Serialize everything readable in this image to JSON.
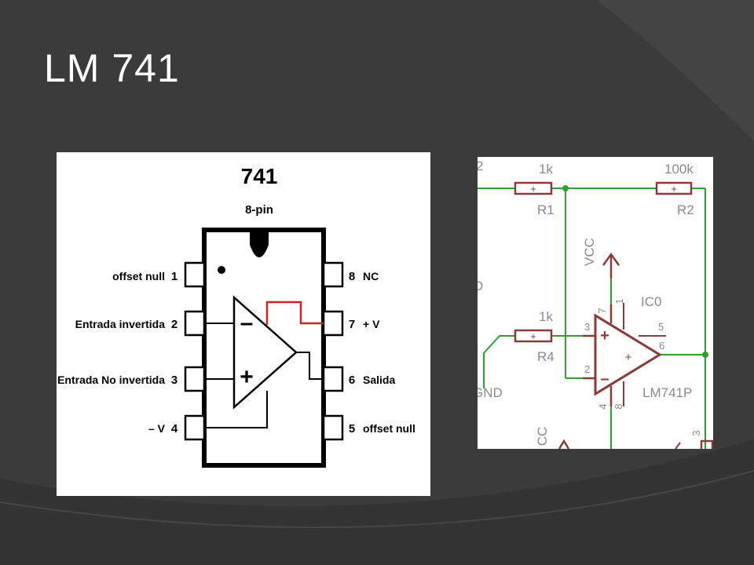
{
  "slide": {
    "title": "LM 741"
  },
  "pinout": {
    "title": "741",
    "subtitle": "8-pin",
    "pins_left": [
      {
        "label": "offset null",
        "number": "1"
      },
      {
        "label": "Entrada  invertida",
        "number": "2"
      },
      {
        "label": "Entrada No invertida",
        "number": "3"
      },
      {
        "label": "– V",
        "number": "4"
      }
    ],
    "pins_right": [
      {
        "number": "8",
        "label": "NC"
      },
      {
        "number": "7",
        "label": "+ V"
      },
      {
        "number": "6",
        "label": "Salida"
      },
      {
        "number": "5",
        "label": "offset null"
      }
    ],
    "minus_symbol": "–",
    "plus_symbol": "+",
    "colors": {
      "ink": "#000000",
      "wire_red": "#d81e1e"
    }
  },
  "schematic": {
    "r1": {
      "value": "1k",
      "name": "R1",
      "mark": "+"
    },
    "r2": {
      "value": "100k",
      "name": "R2",
      "mark": "+"
    },
    "r4": {
      "value": "1k",
      "name": "R4",
      "mark": "+"
    },
    "vcc_label": "VCC",
    "ic_name": "IC0",
    "ic_part": "LM741P",
    "gnd_partial": "GND",
    "vcc_partial_bottom": "CC",
    "o_partial": "O",
    "top_left_partial": "2",
    "pin_numbers": {
      "p7": "7",
      "p1": "1",
      "p5": "5",
      "p3": "3",
      "p6": "6",
      "p2": "2",
      "p4": "4",
      "p8": "8",
      "p3b": "3"
    },
    "plus_in": "+",
    "minus_in": "–",
    "body_plus": "+",
    "colors": {
      "wire": "#2fa02f",
      "part": "#8b3a3a",
      "text": "#8a8a8a"
    }
  }
}
